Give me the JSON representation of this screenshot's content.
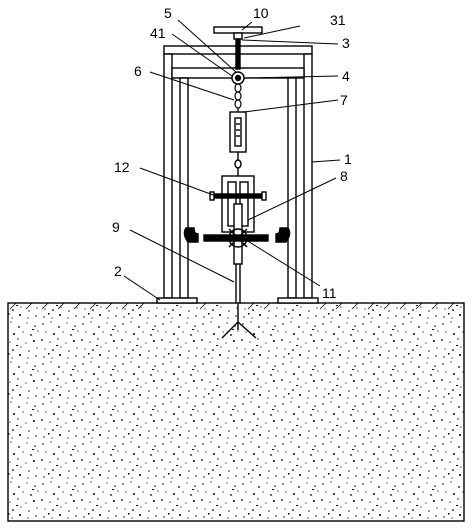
{
  "labels": {
    "l1": "1",
    "l2": "2",
    "l3": "3",
    "l4": "4",
    "l5": "5",
    "l6": "6",
    "l7": "7",
    "l8": "8",
    "l9": "9",
    "l10": "10",
    "l11": "11",
    "l12": "12",
    "l31": "31",
    "l41": "41"
  }
}
